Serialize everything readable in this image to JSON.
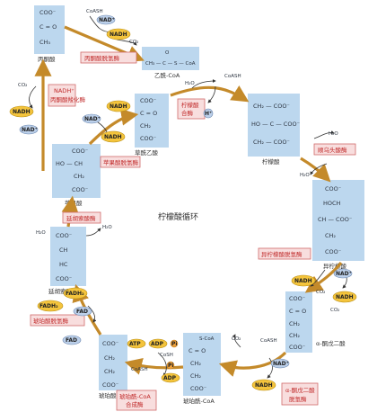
{
  "title": "柠檬酸循环",
  "compounds": {
    "pyruvate": {
      "name": "丙酮酸",
      "lines": [
        "COO⁻",
        "C = O",
        "CH₃"
      ]
    },
    "acetyl_coa": {
      "name": "乙酰-CoA",
      "formula": "CH₃ — C — S — CoA",
      "oxygen": "O"
    },
    "oxaloacetate": {
      "name": "草酰乙酸",
      "lines": [
        "COO⁻",
        "C = O",
        "CH₂",
        "COO⁻"
      ]
    },
    "citrate": {
      "name": "柠檬酸",
      "lines": [
        "CH₂ — COO⁻",
        "HO — C — COO⁻",
        "CH₂ — COO⁻"
      ]
    },
    "isocitrate": {
      "name": "异柠檬酸",
      "lines": [
        "COO⁻",
        "HOCH",
        "CH — COO⁻",
        "CH₂",
        "COO⁻"
      ]
    },
    "alpha_kg": {
      "name": "α-酮戊二酸",
      "lines": [
        "COO⁻",
        "C = O",
        "CH₂",
        "CH₂",
        "COO⁻"
      ]
    },
    "succinyl_coa": {
      "name": "琥珀酰-CoA",
      "lines": [
        "S-CoA",
        "C = O",
        "CH₂",
        "CH₂",
        "COO⁻"
      ]
    },
    "succinate": {
      "name": "琥珀酸",
      "lines": [
        "COO⁻",
        "CH₂",
        "CH₂",
        "COO⁻"
      ]
    },
    "fumarate": {
      "name": "延胡索酸",
      "lines": [
        "COO⁻",
        "CH",
        "HC",
        "COO⁻"
      ]
    },
    "malate": {
      "name": "苹果酸",
      "lines": [
        "COO⁻",
        "HO — CH",
        "CH₂",
        "COO⁻"
      ]
    }
  },
  "enzymes": {
    "pdh": "丙酮酸脱氢酶",
    "citrate_synthase": [
      "柠檬酸",
      "合酶"
    ],
    "aconitase": "顺乌头酸酶",
    "idh": "异柠檬酸脱氢酶",
    "akgdh": [
      "α-酮戊二酸",
      "脱氢酶"
    ],
    "succinyl_synth": [
      "琥珀酰-CoA",
      "合成酶"
    ],
    "sdh": "琥珀酸脱氢酶",
    "fumarase": "延胡索酸酶",
    "mdh": "苹果酸脱氢酶",
    "pyruvate_carboxylase": [
      "NADH⁺",
      "丙酮酸羧化酶"
    ]
  },
  "cofactors": {
    "nad_plus": "NAD⁺",
    "nadh": "NADH",
    "fad": "FAD",
    "fadh2": "FADH₂",
    "atp": "ATP",
    "adp": "ADP",
    "pi": "Pi",
    "h2o": "H₂O",
    "co2": "CO₂",
    "coash": "CoASH",
    "cosh": "CoSH",
    "h_plus": "H⁺"
  },
  "colors": {
    "compound": "#bcd7ee",
    "enzyme_text": "#c02a2a",
    "nadh": "#f4c43c",
    "nad": "#bcd0ea",
    "main_arrow": "#c48a2a"
  }
}
